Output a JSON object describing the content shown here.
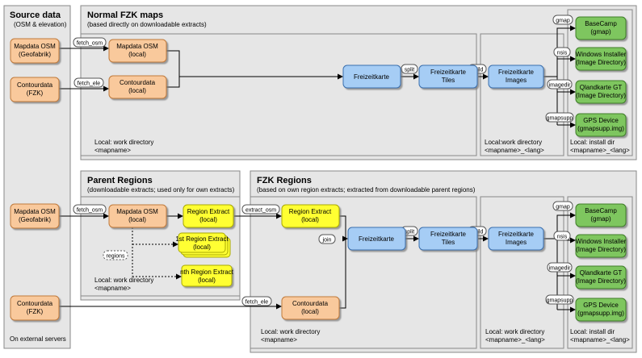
{
  "source": {
    "title": "Source data",
    "subtitle": "(OSM & elevation)",
    "osm": [
      "Mapdata OSM",
      "(Geofabrik)"
    ],
    "contour": [
      "Contourdata",
      "(FZK)"
    ],
    "footer": "On external servers"
  },
  "normal": {
    "title": "Normal FZK maps",
    "subtitle": "(based directly on downloadable extracts)",
    "local_osm": [
      "Mapdata OSM",
      "(local)"
    ],
    "local_contour": [
      "Contourdata",
      "(local)"
    ],
    "fzk": "Freizeitkarte",
    "tiles": [
      "Freizeitkarte",
      "Tiles"
    ],
    "images": [
      "Freizeitkarte",
      "Images"
    ],
    "basecamp": [
      "BaseCamp",
      "(gmap)"
    ],
    "windows": [
      "Windows Installer",
      "(Image Directory)"
    ],
    "qland": [
      "Qlandkarte GT",
      "(Image Directory)"
    ],
    "gps": [
      "GPS Device",
      "(gmapsupp.img)"
    ],
    "work_note": [
      "Local: work directory",
      "<mapname>"
    ],
    "work_note2": [
      "Local:work directory",
      "<mapname>_<lang>"
    ],
    "install_note": [
      "Local: install dir",
      "<mapname>_<lang>"
    ]
  },
  "parent": {
    "title": "Parent Regions",
    "subtitle": "(downloadable extracts; used only for own extracts)",
    "local_osm": [
      "Mapdata OSM",
      "(local)"
    ],
    "region_extract": [
      "Region Extract",
      "(local)"
    ],
    "first_extract": [
      "1st Region Extract",
      "(local)"
    ],
    "nth_extract": [
      "nth Region Extract",
      "(local)"
    ],
    "regions_label": "regions",
    "work_note": [
      "Local: work directory",
      "<mapname>"
    ]
  },
  "regions": {
    "title": "FZK Regions",
    "subtitle": "(based on own region extracts; extracted from downloadable parent regions)",
    "region_extract": [
      "Region Extract",
      "(local)"
    ],
    "contour": [
      "Contourdata",
      "(local)"
    ],
    "fzk": "Freizeitkarte",
    "tiles": [
      "Freizeitkarte",
      "Tiles"
    ],
    "images": [
      "Freizeitkarte",
      "Images"
    ],
    "basecamp": [
      "BaseCamp",
      "(gmap)"
    ],
    "windows": [
      "Windows Installer",
      "(Image Directory)"
    ],
    "qland": [
      "Qlandkarte GT",
      "(Image Directory)"
    ],
    "gps": [
      "GPS Device",
      "(gmapsupp.img)"
    ],
    "work_note": [
      "Local: work directory",
      "<mapname>"
    ],
    "work_note2": [
      "Local: work directory",
      "<mapname>_<lang>"
    ],
    "install_note": [
      "Local: install dir",
      "<mapname>_<lang>"
    ]
  },
  "edges": {
    "fetch_osm": "fetch_osm",
    "fetch_ele": "fetch_ele",
    "split": "split",
    "build": "build",
    "gmap": "gmap",
    "nsis": "nsis",
    "imagedir": "imagedir",
    "gmapsupp": "gmapsupp",
    "extract_osm": "extract_osm",
    "join": "join"
  },
  "colors": {
    "panel": "#e6e6e6",
    "panel_border": "#888888",
    "orange": "#f9c99c",
    "orange_border": "#c07a3a",
    "blue": "#a6cdf5",
    "blue_border": "#3a6fae",
    "green": "#7ec65f",
    "green_border": "#3f7d2a",
    "yellow": "#ffff33",
    "yellow_border": "#a8a800"
  }
}
